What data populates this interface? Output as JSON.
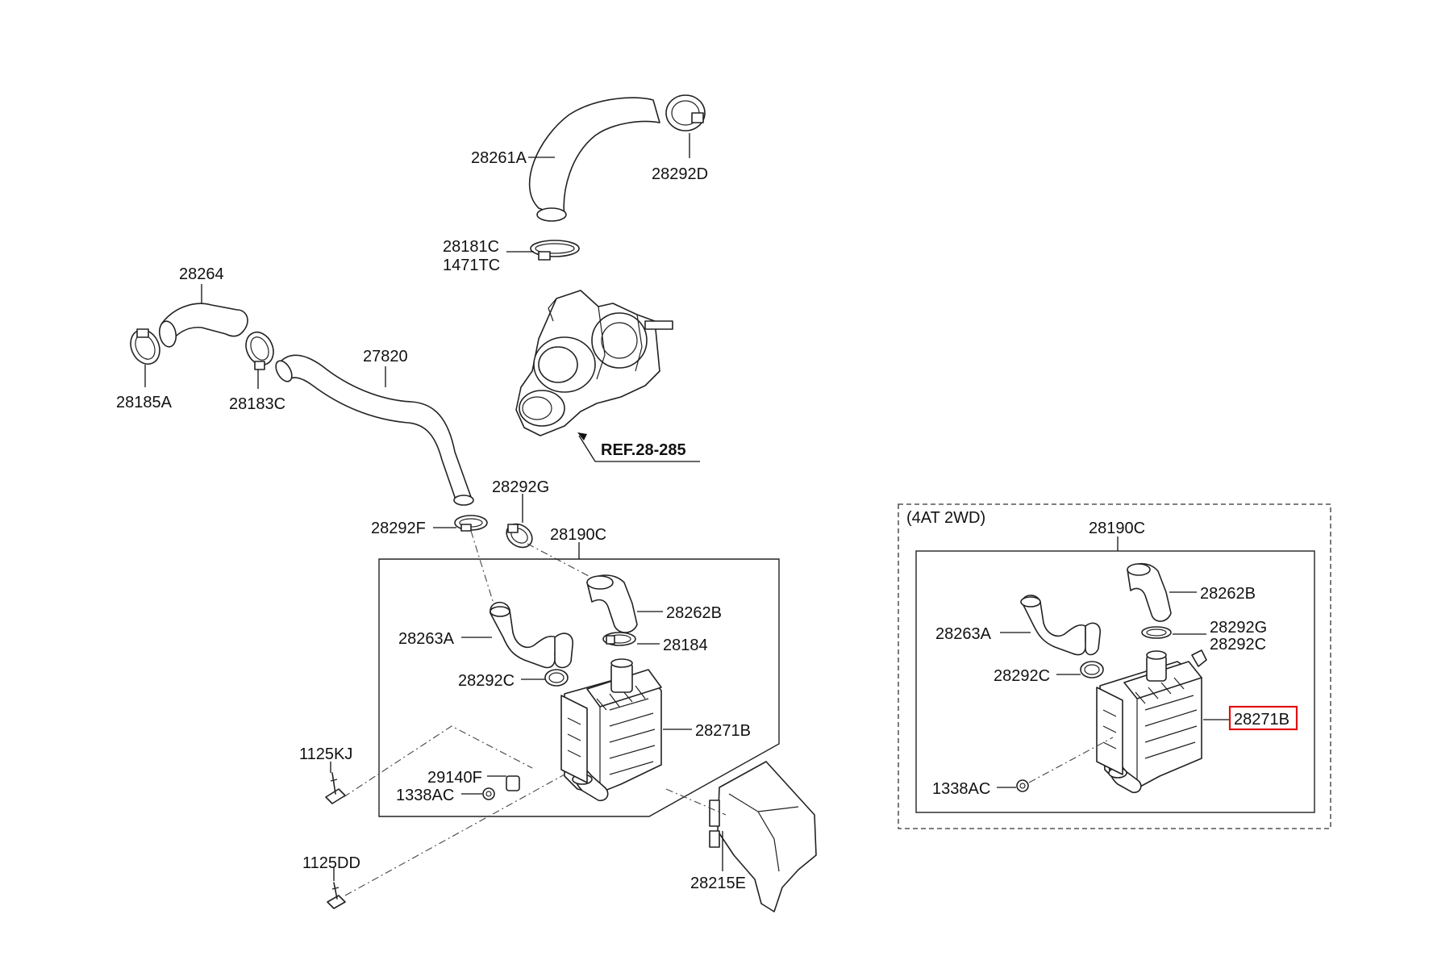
{
  "parts": {
    "p28261A": "28261A",
    "p28292D": "28292D",
    "p28181C": "28181C",
    "p1471TC": "1471TC",
    "p28264": "28264",
    "p28185A": "28185A",
    "p28183C": "28183C",
    "p27820": "27820",
    "ref": "REF.28-285",
    "p28292G": "28292G",
    "p28292F": "28292F",
    "p28190C": "28190C",
    "p28262B": "28262B",
    "p28263A": "28263A",
    "p28184": "28184",
    "p28292C": "28292C",
    "p28271B": "28271B",
    "p1125KJ": "1125KJ",
    "p29140F": "29140F",
    "p1338AC": "1338AC",
    "p1125DD": "1125DD",
    "p28215E": "28215E"
  },
  "variant": {
    "title": "(4AT 2WD)",
    "p28190C": "28190C",
    "p28262B": "28262B",
    "p28263A": "28263A",
    "p28292G": "28292G",
    "p28292C_right": "28292C",
    "p28292C_left": "28292C",
    "p28271B": "28271B",
    "p1338AC": "1338AC"
  },
  "highlight_color": "#e11111"
}
